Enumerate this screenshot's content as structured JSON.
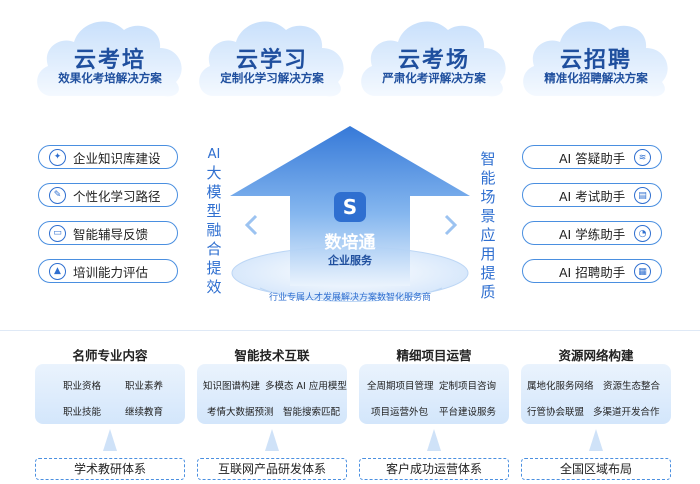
{
  "clouds": [
    {
      "title": "云考培",
      "subtitle": "效果化考培解决方案"
    },
    {
      "title": "云学习",
      "subtitle": "定制化学习解决方案"
    },
    {
      "title": "云考场",
      "subtitle": "严肃化考评解决方案"
    },
    {
      "title": "云招聘",
      "subtitle": "精准化招聘解决方案"
    }
  ],
  "left_items": [
    "企业知识库建设",
    "个性化学习路径",
    "智能辅导反馈",
    "培训能力评估"
  ],
  "right_items": [
    "AI 答疑助手",
    "AI 考试助手",
    "AI 学练助手",
    "AI 招聘助手"
  ],
  "left_vertical": [
    "AI",
    "大",
    "模",
    "型",
    "融",
    "合",
    "提",
    "效"
  ],
  "right_vertical": [
    "智",
    "能",
    "场",
    "景",
    "应",
    "用",
    "提",
    "质"
  ],
  "center": {
    "brand": "数培通",
    "subtitle": "企业服务",
    "tagline": "行业专属人才发展解决方案数智化服务商"
  },
  "sections": [
    {
      "title": "名师专业内容",
      "items": [
        "职业资格",
        "职业素养",
        "职业技能",
        "继续教育"
      ],
      "bottom": "学术教研体系"
    },
    {
      "title": "智能技术互联",
      "items": [
        "知识图谱构建",
        "多模态 AI 应用模型",
        "考情大数据预测",
        "智能搜索匹配"
      ],
      "bottom": "互联网产品研发体系"
    },
    {
      "title": "精细项目运营",
      "items": [
        "全周期项目管理",
        "定制项目咨询",
        "项目运营外包",
        "平台建设服务"
      ],
      "bottom": "客户成功运营体系"
    },
    {
      "title": "资源网络构建",
      "items": [
        "属地化服务网络",
        "资源生态整合",
        "行管协会联盟",
        "多渠道开发合作"
      ],
      "bottom": "全国区域布局"
    }
  ],
  "colors": {
    "primary": "#2f6fd0",
    "dark": "#1f4f9e",
    "light": "#d3e6fb"
  }
}
